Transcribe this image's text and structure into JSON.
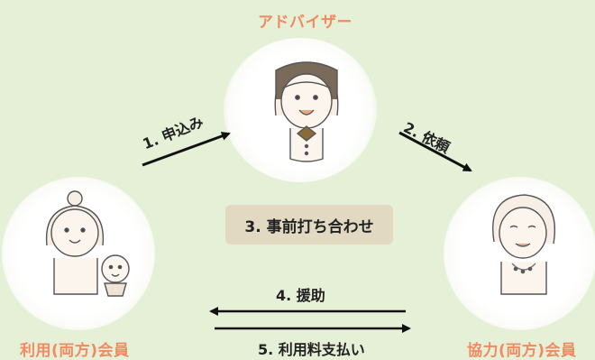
{
  "roles": {
    "advisor": "アドバイザー",
    "user_member": "利用(両方)会員",
    "helper_member": "協力(両方)会員"
  },
  "steps": {
    "step1": "1. 申込み",
    "step2": "2. 依頼",
    "step3": "3. 事前打ち合わせ",
    "step4": "4. 援助",
    "step5": "5. 利用料支払い"
  },
  "colors": {
    "background": "#e6f0d7",
    "role_title": "#f08a62",
    "center_box": "#e2d9c3",
    "arrow": "#111111"
  },
  "icons": {
    "advisor": "advisor-girl-icon",
    "user_member": "mother-and-baby-icon",
    "helper_member": "elderly-woman-icon"
  }
}
